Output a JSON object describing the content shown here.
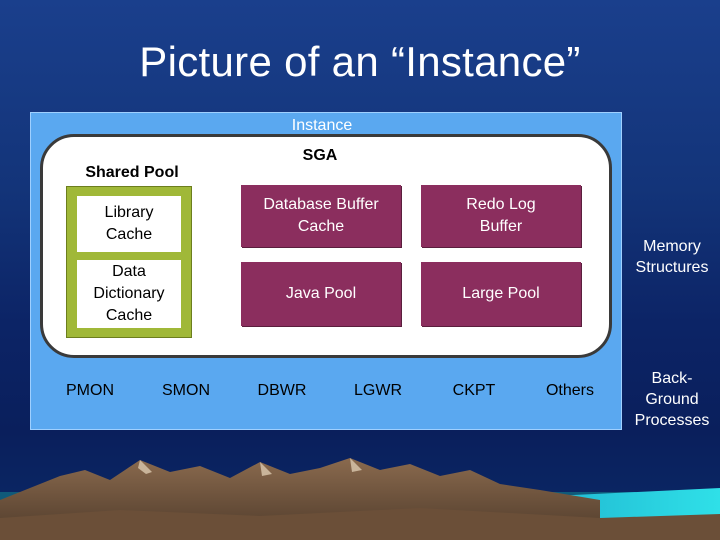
{
  "title": "Picture of an “Instance”",
  "instance": {
    "label": "Instance"
  },
  "sga": {
    "label": "SGA"
  },
  "shared_pool": {
    "label": "Shared Pool",
    "items": [
      {
        "lines": [
          "Library",
          "Cache"
        ]
      },
      {
        "lines": [
          "Data",
          "Dictionary",
          "Cache"
        ]
      }
    ]
  },
  "memory_components": [
    {
      "lines": [
        "Database Buffer",
        "Cache"
      ]
    },
    {
      "lines": [
        "Redo Log",
        "Buffer"
      ]
    },
    {
      "lines": [
        "Java Pool"
      ]
    },
    {
      "lines": [
        "Large Pool"
      ]
    }
  ],
  "processes": [
    "PMON",
    "SMON",
    "DBWR",
    "LGWR",
    "CKPT",
    "Others"
  ],
  "side_labels": {
    "memory": [
      "Memory",
      "Structures"
    ],
    "background": [
      "Back-",
      "Ground",
      "Processes"
    ]
  },
  "colors": {
    "background": "#133479",
    "instance_fill": "#5aa8f0",
    "shared_pool_fill": "#a0b838",
    "memory_component_fill": "#8b2e5e"
  }
}
